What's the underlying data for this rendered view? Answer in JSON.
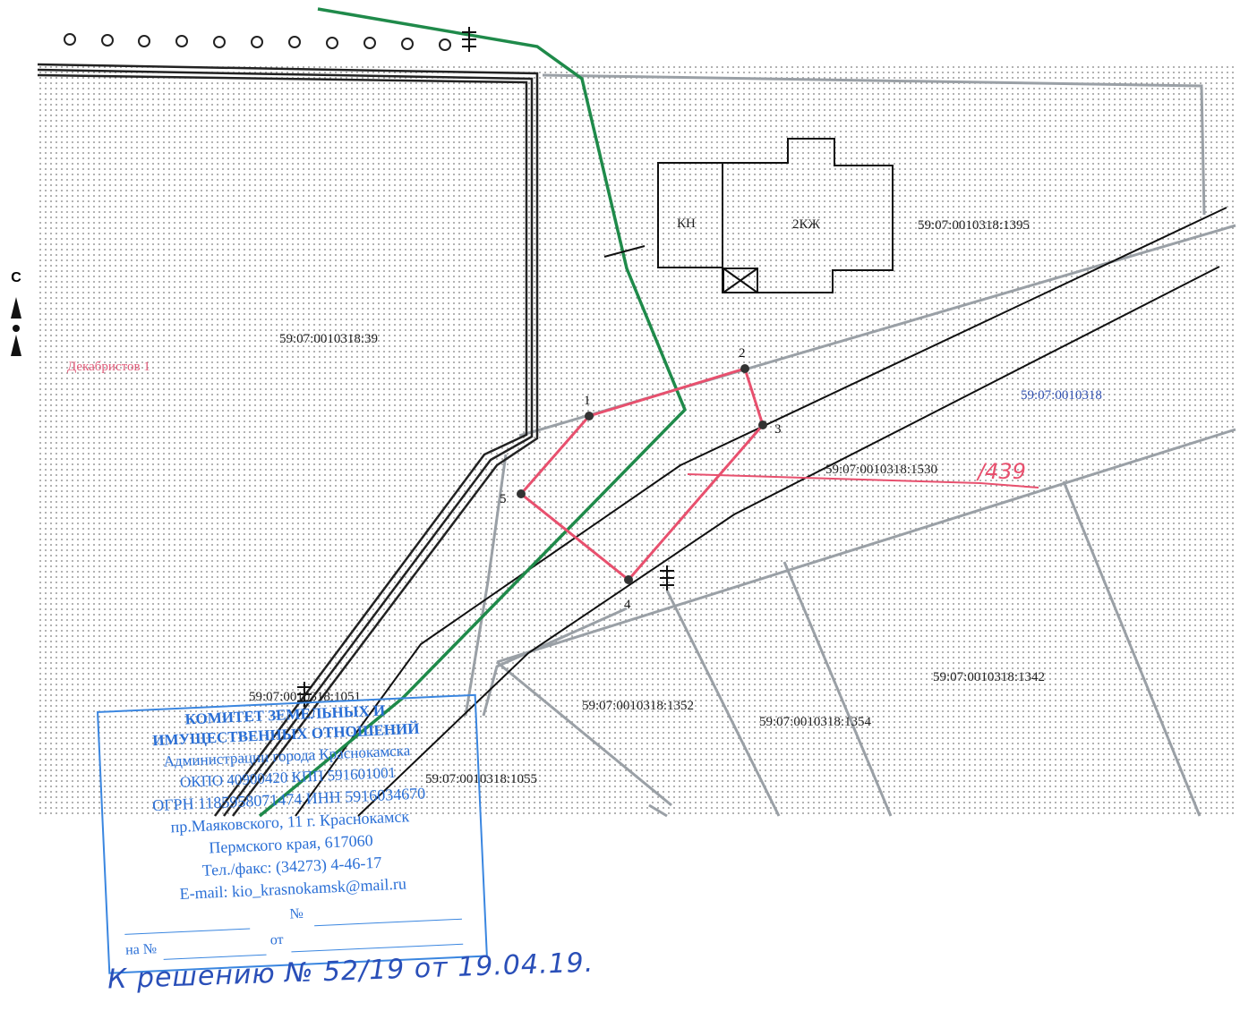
{
  "north_label": "С",
  "parcels": {
    "p39": "59:07:0010318:39",
    "p1395": "59:07:0010318:1395",
    "block": "59:07:0010318",
    "p1530": "59:07:0010318:1530",
    "p1530_annot": "/439",
    "p1051": "59:07:0010318:1051",
    "p1352": "59:07:0010318:1352",
    "p1354": "59:07:0010318:1354",
    "p1342": "59:07:0010318:1342",
    "p1055": "59:07:0010318:1055"
  },
  "street_label": "Декабристов 1",
  "buildings": {
    "kn": "КН",
    "kzh": "2КЖ"
  },
  "points": [
    "1",
    "2",
    "3",
    "4",
    "5"
  ],
  "stamp": {
    "line1": "КОМИТЕТ ЗЕМЕЛЬНЫХ И",
    "line2": "ИМУЩЕСТВЕННЫХ ОТНОШЕНИЙ",
    "line3": "Администрации города Краснокамска",
    "line4": "ОКПО 40900420 КПП 591601001",
    "line5": "ОГРН 1185958071474 ИНН 5916034670",
    "line6": "пр.Маяковского, 11 г. Краснокамск",
    "line7": "Пермского края, 617060",
    "line8": "Тел./факс: (34273) 4-46-17",
    "line9": "E-mail: kio_krasnokamsk@mail.ru",
    "no_label": "№",
    "na_no_label": "на №",
    "ot_label": "от"
  },
  "handwritten_note": "К решению № 52/19 от 19.04.19.",
  "colors": {
    "boundary_red": "#e8506e",
    "power_green": "#1f8a4a",
    "parcel_gray": "#9aa0a6",
    "stamp_blue": "#2a6fd6",
    "label_red": "#e05a78",
    "block_blue": "#3050b0"
  }
}
